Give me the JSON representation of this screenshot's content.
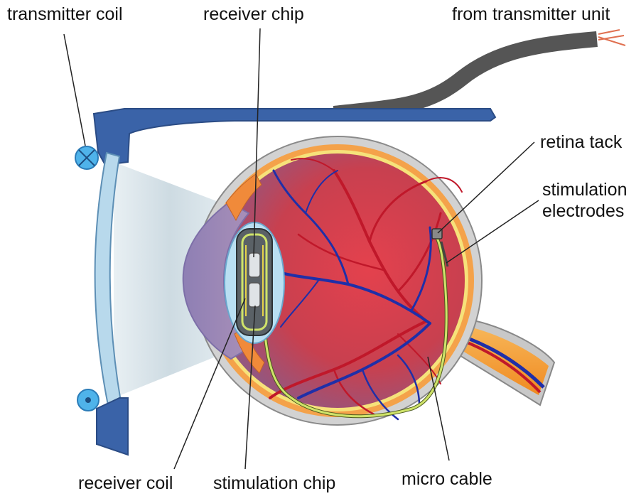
{
  "labels": {
    "transmitter_coil": "transmitter coil",
    "receiver_chip": "receiver chip",
    "from_transmitter_unit": "from transmitter unit",
    "retina_tack": "retina tack",
    "stimulation_electrodes_line1": "stimulation",
    "stimulation_electrodes_line2": "electrodes",
    "receiver_coil": "receiver coil",
    "stimulation_chip": "stimulation chip",
    "micro_cable": "micro cable"
  },
  "colors": {
    "frame_blue": "#3a63a8",
    "coil_light_blue": "#4fb3ea",
    "cable_gray": "#555555",
    "eye_red": "#d8394c",
    "vessel_blue": "#1f2fa8",
    "vessel_red": "#c0182a",
    "sclera_gray": "#c8c8c8",
    "retina_orange": "#f39a3a",
    "lens_blue": "#b9dff2",
    "micro_cable_green": "#cfe36a"
  }
}
